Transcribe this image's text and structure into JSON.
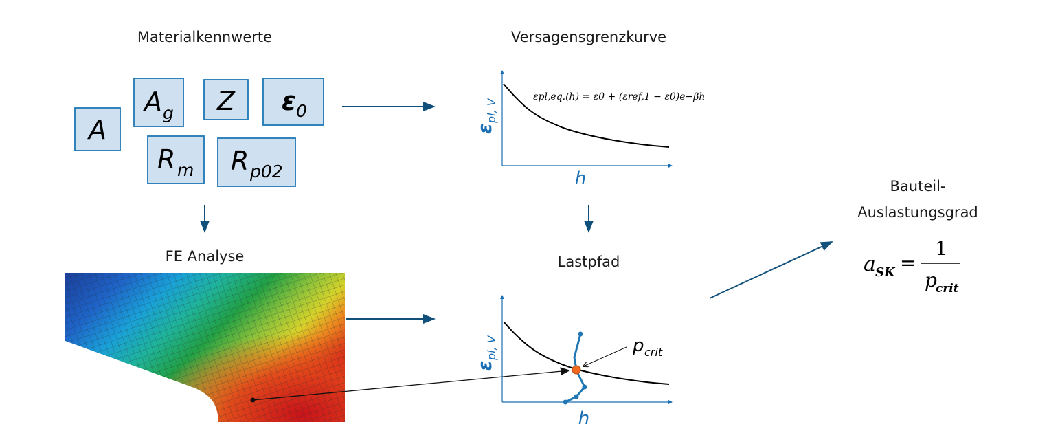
{
  "colors": {
    "box_fill": "#cfe0f1",
    "box_stroke": "#1f77b4",
    "arrow": "#11507a",
    "axis": "#1a6fb4",
    "curve": "#000000",
    "load_path": "#1f77b4",
    "crit_point": "#f26a22"
  },
  "material": {
    "title": "Materialkennwerte",
    "boxes": [
      {
        "main": "A",
        "sub": ""
      },
      {
        "main": "A",
        "sub": "g"
      },
      {
        "main": "Z",
        "sub": ""
      },
      {
        "main": "ε",
        "sub": "0"
      },
      {
        "main": "R",
        "sub": "m"
      },
      {
        "main": "R",
        "sub": "p02"
      }
    ]
  },
  "fe": {
    "title": "FE Analyse"
  },
  "failure_curve": {
    "title": "Versagensgrenzkurve",
    "y_label_main": "ε",
    "y_label_sub": "pl, V",
    "x_label": "h",
    "formula": "εpl,eq.(h) = ε0 + (εref,1 − ε0)e−βh"
  },
  "load_path": {
    "title": "Lastpfad",
    "y_label_main": "ε",
    "y_label_sub": "pl, V",
    "x_label": "h",
    "crit_main": "p",
    "crit_sub": "crit"
  },
  "utilization": {
    "title_line1": "Bauteil-",
    "title_line2": "Auslastungsgrad",
    "lhs_main": "a",
    "lhs_sub": "SK",
    "equals": "=",
    "numerator": "1",
    "den_main": "p",
    "den_sub": "crit"
  }
}
